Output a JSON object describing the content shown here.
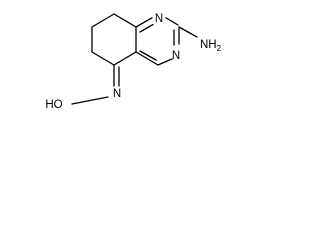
{
  "molecule": {
    "atoms": {
      "n1": "N",
      "n3": "N",
      "amino": "NH",
      "amino_h_count": "2",
      "oxime_n": "N",
      "hydroxyl": "HO"
    },
    "colors": {
      "bond": "#000000",
      "label": "#000000",
      "background": "#ffffff"
    }
  }
}
